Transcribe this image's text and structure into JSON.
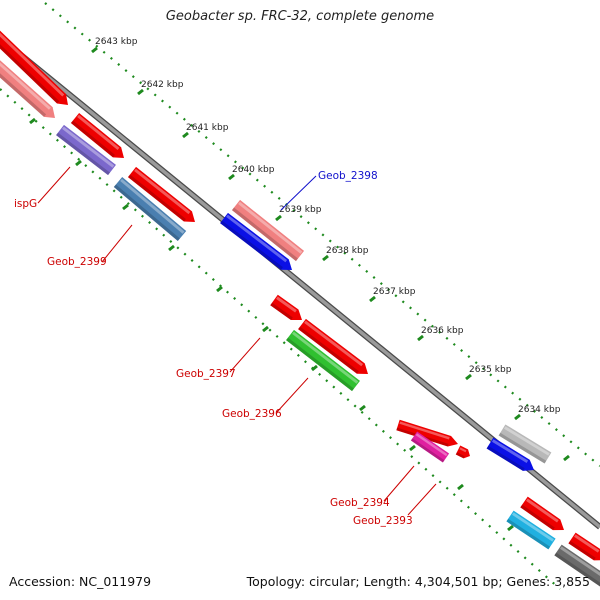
{
  "title": "Geobacter sp. FRC-32, complete genome",
  "footer": {
    "accession": "Accession: NC_011979",
    "summary": "Topology: circular; Length: 4,304,501 bp; Genes: 3,855"
  },
  "colors": {
    "backbone": "#7a7a7a",
    "tick_dots": "#1e8a1e",
    "label_red": "#cc0000",
    "label_blue": "#1010cc"
  },
  "scale_labels": [
    "2643 kbp",
    "2642 kbp",
    "2641 kbp",
    "2640 kbp",
    "2639 kbp",
    "2638 kbp",
    "2637 kbp",
    "2636 kbp",
    "2635 kbp",
    "2634 kbp"
  ],
  "gene_labels": [
    {
      "id": "ispg",
      "text": "ispG",
      "color": "#cc0000"
    },
    {
      "id": "geob-2399",
      "text": "Geob_2399",
      "color": "#cc0000"
    },
    {
      "id": "geob-2398",
      "text": "Geob_2398",
      "color": "#1010cc"
    },
    {
      "id": "geob-2397",
      "text": "Geob_2397",
      "color": "#cc0000"
    },
    {
      "id": "geob-2396",
      "text": "Geob_2396",
      "color": "#cc0000"
    },
    {
      "id": "geob-2394",
      "text": "Geob_2394",
      "color": "#cc0000"
    },
    {
      "id": "geob-2393",
      "text": "Geob_2393",
      "color": "#cc0000"
    }
  ],
  "gene_colors": {
    "red": "#ee0000",
    "salmon": "#f08080",
    "purple": "#7b68cc",
    "steelblue": "#4a7fb0",
    "blue": "#0a10e6",
    "green": "#30c030",
    "magenta": "#e020a0",
    "silver": "#b8b8b8",
    "cyan": "#20b0e0",
    "gray": "#6a6a6a"
  }
}
